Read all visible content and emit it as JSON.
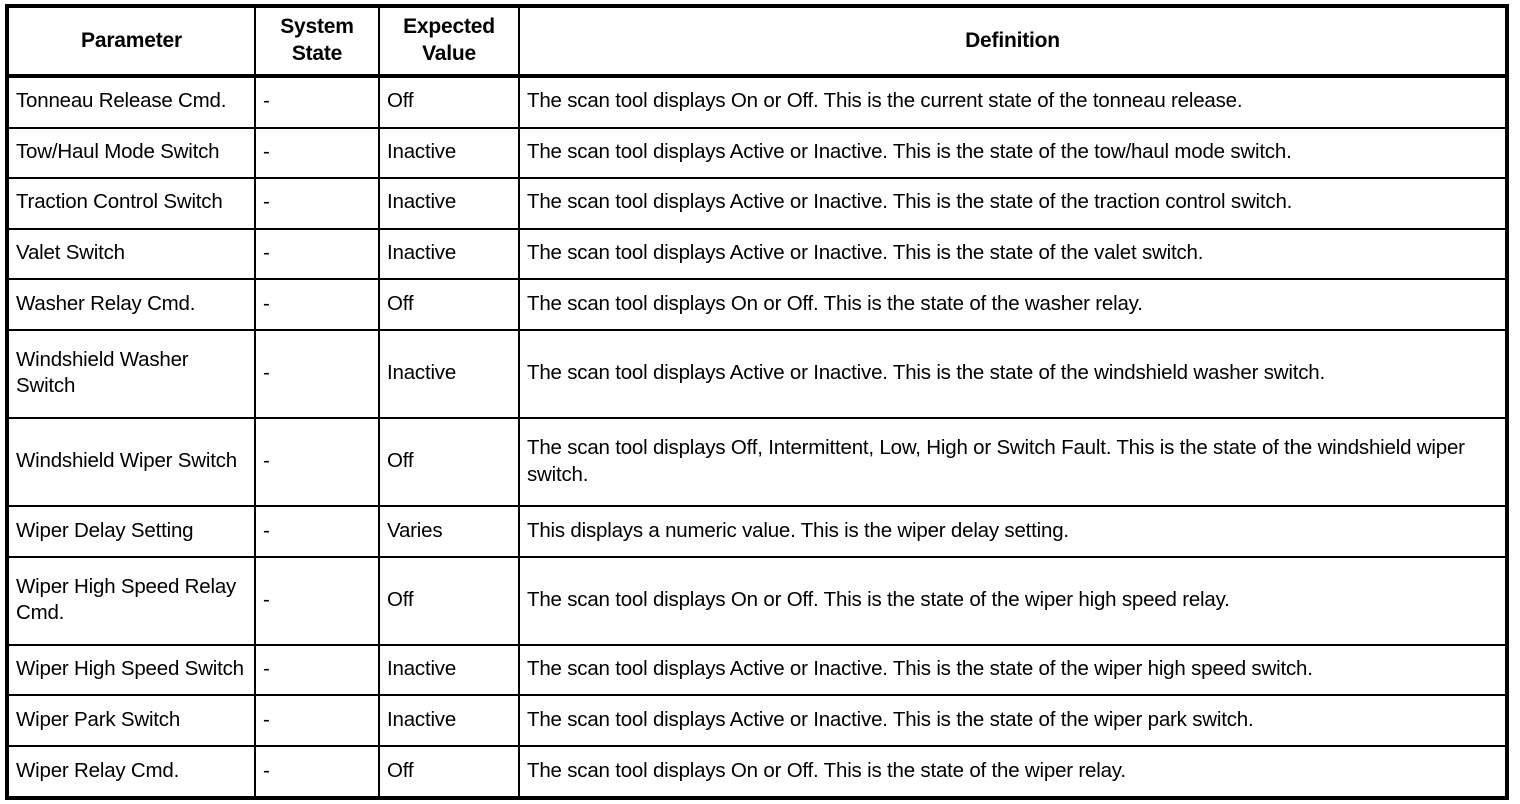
{
  "table": {
    "columns": [
      {
        "key": "parameter",
        "label": "Parameter"
      },
      {
        "key": "system_state",
        "label": "System\nState"
      },
      {
        "key": "expected_value",
        "label": "Expected\nValue"
      },
      {
        "key": "definition",
        "label": "Definition"
      }
    ],
    "headers": {
      "parameter": "Parameter",
      "system_state_line1": "System",
      "system_state_line2": "State",
      "expected_value_line1": "Expected",
      "expected_value_line2": "Value",
      "definition": "Definition"
    },
    "rows": [
      {
        "parameter": "Tonneau Release Cmd.",
        "system_state": "-",
        "expected_value": "Off",
        "definition": "The scan tool displays On or Off. This is the current state of the tonneau release."
      },
      {
        "parameter": "Tow/Haul Mode Switch",
        "system_state": "-",
        "expected_value": "Inactive",
        "definition": "The scan tool displays Active or Inactive. This is the state of the tow/haul mode switch."
      },
      {
        "parameter": "Traction Control Switch",
        "system_state": "-",
        "expected_value": "Inactive",
        "definition": "The scan tool displays Active or Inactive. This is the state of the traction control switch."
      },
      {
        "parameter": "Valet Switch",
        "system_state": "-",
        "expected_value": "Inactive",
        "definition": "The scan tool displays Active or Inactive. This is the state of the valet switch."
      },
      {
        "parameter": "Washer Relay Cmd.",
        "system_state": "-",
        "expected_value": "Off",
        "definition": "The scan tool displays On or Off. This is the state of the washer relay."
      },
      {
        "parameter": "Windshield Washer Switch",
        "system_state": "-",
        "expected_value": "Inactive",
        "definition": "The scan tool displays Active or Inactive. This is the state of the windshield washer switch."
      },
      {
        "parameter": "Windshield Wiper Switch",
        "system_state": "-",
        "expected_value": "Off",
        "definition": "The scan tool displays Off, Intermittent, Low, High or Switch Fault. This is the state of the windshield wiper switch."
      },
      {
        "parameter": "Wiper Delay Setting",
        "system_state": "-",
        "expected_value": "Varies",
        "definition": "This displays a numeric value. This is the wiper delay setting."
      },
      {
        "parameter": "Wiper High Speed Relay Cmd.",
        "system_state": "-",
        "expected_value": "Off",
        "definition": "The scan tool displays On or Off. This is the state of the wiper high speed relay."
      },
      {
        "parameter": "Wiper High Speed Switch",
        "system_state": "-",
        "expected_value": "Inactive",
        "definition": "The scan tool displays Active or Inactive. This is the state of the wiper high speed switch."
      },
      {
        "parameter": "Wiper Park Switch",
        "system_state": "-",
        "expected_value": "Inactive",
        "definition": "The scan tool displays Active or Inactive. This is the state of the wiper park switch."
      },
      {
        "parameter": "Wiper Relay Cmd.",
        "system_state": "-",
        "expected_value": "Off",
        "definition": "The scan tool displays On or Off. This is the state of the wiper relay."
      }
    ]
  },
  "colors": {
    "border": "#000000",
    "text": "#000000",
    "background": "#ffffff"
  }
}
